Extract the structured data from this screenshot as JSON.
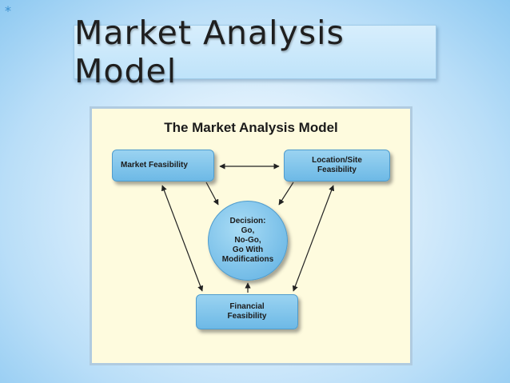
{
  "slide": {
    "marker": "*",
    "title": "Market Analysis Model"
  },
  "diagram": {
    "title": "The Market Analysis Model",
    "nodes": {
      "market_feasibility": "Market Feasibility",
      "location_site_feasibility": "Location/Site\nFeasibility",
      "decision": "Decision:\nGo,\nNo-Go,\nGo With\nModifications",
      "financial_feasibility": "Financial\nFeasibility"
    },
    "edges": [
      {
        "from": "market_feasibility",
        "to": "location_site_feasibility",
        "direction": "both"
      },
      {
        "from": "market_feasibility",
        "to": "decision",
        "direction": "forward"
      },
      {
        "from": "location_site_feasibility",
        "to": "decision",
        "direction": "forward"
      },
      {
        "from": "financial_feasibility",
        "to": "decision",
        "direction": "forward"
      },
      {
        "from": "market_feasibility",
        "to": "financial_feasibility",
        "direction": "both"
      },
      {
        "from": "location_site_feasibility",
        "to": "financial_feasibility",
        "direction": "both"
      }
    ]
  }
}
